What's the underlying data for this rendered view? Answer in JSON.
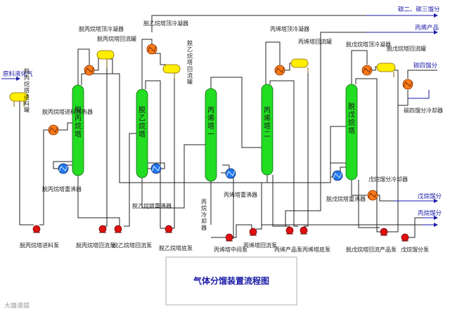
{
  "title": "气体分馏装置流程图",
  "watermark": "大雄滚搞",
  "feed": {
    "label": "原料液化气",
    "tank": "脱丙烷塔进料罐"
  },
  "towers": [
    {
      "id": "t1",
      "label": "脱丙烷塔"
    },
    {
      "id": "t2",
      "label": "脱乙烷塔"
    },
    {
      "id": "t3",
      "label": "丙烯塔一"
    },
    {
      "id": "t4",
      "label": "丙烯塔二"
    },
    {
      "id": "t5",
      "label": "脱戊烷塔"
    }
  ],
  "equipment": {
    "t1_cooler": "脱丙烷塔顶冷凝器",
    "t1_drum": "脱丙烷塔回流罐",
    "t1_preheater": "脱丙烷塔进料预热器",
    "t1_reboiler": "脱丙烷塔重沸器",
    "t2_cooler": "脱乙烷塔顶冷凝器",
    "t2_drum": "脱乙烷塔回流罐",
    "t2_reboiler": "脱乙烷塔重沸器",
    "t3_reboiler": "丙烯塔重沸器",
    "t3_bottom_cooler": "丙烷冷却器",
    "t4_cooler": "丙烯塔顶冷凝器",
    "t4_drum": "丙烯塔回流罐",
    "t5_cooler": "脱戊烷塔顶冷凝器",
    "t5_drum": "脱戊烷塔回流罐",
    "t5_reboiler": "脱戊烷塔重沸器",
    "c4_cooler": "碳四馏分冷却器",
    "c5_cooler": "戊烷馏分冷却器"
  },
  "pumps": {
    "p1": "脱丙烷塔进料泵",
    "p2": "脱丙烷塔回流泵",
    "p3": "脱乙烷塔回流泵",
    "p4": "脱乙烷塔底泵",
    "p5": "丙烯塔中间泵",
    "p6": "丙烯塔回流泵",
    "p7": "丙烯产品泵",
    "p8": "丙烯塔底泵",
    "p9": "脱戊烷塔回流产品泵",
    "p10": "戊烷馏分泵"
  },
  "products": {
    "c2c3": "碳二、碳三馏分",
    "propylene": "丙烯产品",
    "c4": "碳四馏分",
    "c5": "戊烷馏分",
    "propane": "丙烷馏分"
  },
  "colors": {
    "tower": "#22dd22",
    "drum": "#ffee00",
    "exchanger": "#ff7a1a",
    "reboiler": "#2277ee",
    "pump": "#e01010",
    "line": "#222222",
    "label_blue": "#1a1aa8"
  }
}
